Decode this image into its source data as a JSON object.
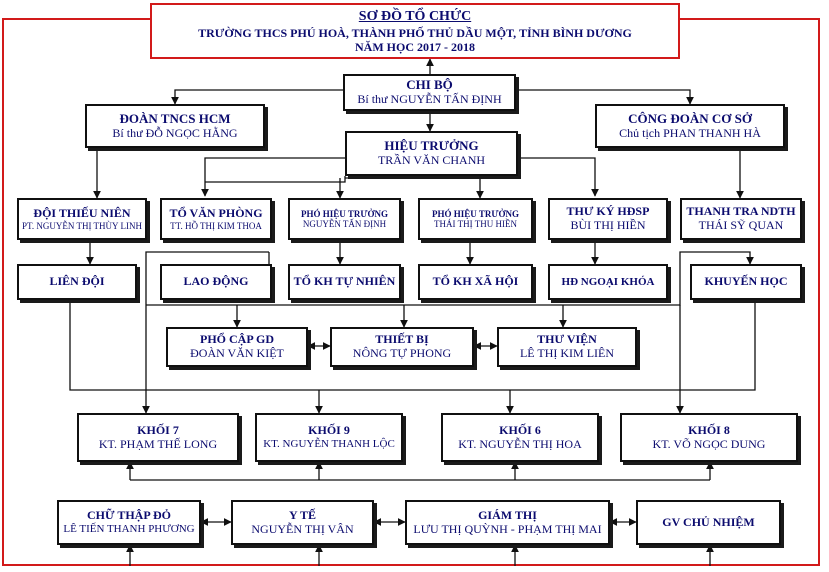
{
  "title": {
    "line1": "SƠ ĐỒ TỔ CHỨC",
    "line2": "TRƯỜNG THCS PHÚ HOÀ, THÀNH PHỐ THỦ DẦU MỘT, TỈNH BÌNH DƯƠNG",
    "line3": "NĂM HỌC 2017 - 2018"
  },
  "nodes": {
    "chi_bo": {
      "title": "CHI BỘ",
      "sub": "Bí thư NGUYỄN TẤN ĐỊNH"
    },
    "doan": {
      "title": "ĐOÀN TNCS HCM",
      "sub": "Bí thư ĐỖ NGỌC HẰNG"
    },
    "cong_doan": {
      "title": "CÔNG ĐOÀN CƠ SỞ",
      "sub": "Chủ tịch PHAN THANH HÀ"
    },
    "hieu_truong": {
      "title": "HIỆU TRƯỞNG",
      "sub": "TRẦN VĂN CHANH"
    },
    "doi_thieu_nien": {
      "title": "ĐỘI THIẾU NIÊN",
      "sub": "PT. NGUYỄN THỊ THÙY LINH"
    },
    "to_van_phong": {
      "title": "TỔ VĂN PHÒNG",
      "sub": "TT. HỒ THỊ KIM THOA"
    },
    "pht1": {
      "title": "PHÓ HIỆU TRƯỞNG",
      "sub": "NGUYỄN TẤN ĐỊNH"
    },
    "pht2": {
      "title": "PHÓ HIỆU TRƯỞNG",
      "sub": "THÁI THỊ THU HIỀN"
    },
    "thu_ky": {
      "title": "THƯ KÝ HĐSP",
      "sub": "BÙI THỊ HIỀN"
    },
    "thanh_tra": {
      "title": "THANH TRA NDTH",
      "sub": "THÁI SỸ QUAN"
    },
    "lien_doi": {
      "title": "LIÊN ĐỘI"
    },
    "lao_dong": {
      "title": "LAO ĐỘNG"
    },
    "to_kh_tn": {
      "title": "TỔ KH TỰ NHIÊN"
    },
    "to_kh_xh": {
      "title": "TỔ KH XÃ HỘI"
    },
    "hd_ngoai_khoa": {
      "title": "HĐ NGOẠI KHÓA"
    },
    "khuyen_hoc": {
      "title": "KHUYẾN HỌC"
    },
    "pho_cap": {
      "title": "PHỔ CẬP GD",
      "sub": "ĐOÀN VĂN KIỆT"
    },
    "thiet_bi": {
      "title": "THIẾT BỊ",
      "sub": "NÔNG TỰ PHONG"
    },
    "thu_vien": {
      "title": "THƯ VIỆN",
      "sub": "LÊ THỊ KIM LIÊN"
    },
    "khoi7": {
      "title": "KHỐI 7",
      "sub": "KT. PHẠM THẾ LONG"
    },
    "khoi9": {
      "title": "KHỐI 9",
      "sub": "KT. NGUYỄN THANH LỘC"
    },
    "khoi6": {
      "title": "KHỐI 6",
      "sub": "KT. NGUYỄN THỊ HOA"
    },
    "khoi8": {
      "title": "KHỐI 8",
      "sub": "KT. VÕ NGỌC DUNG"
    },
    "chu_thap_do": {
      "title": "CHỮ THẬP ĐỎ",
      "sub": "LÊ TIẾN THANH PHƯƠNG"
    },
    "y_te": {
      "title": "Y TẾ",
      "sub": "NGUYỄN THỊ VÂN"
    },
    "giam_thi": {
      "title": "GIÁM THỊ",
      "sub": "LƯU THỊ QUỲNH - PHẠM THỊ MAI"
    },
    "gv_chu_nhiem": {
      "title": "GV CHỦ NHIỆM"
    }
  },
  "colors": {
    "frame": "#d21a1a",
    "text": "#0b0b6e",
    "line": "#101010"
  }
}
